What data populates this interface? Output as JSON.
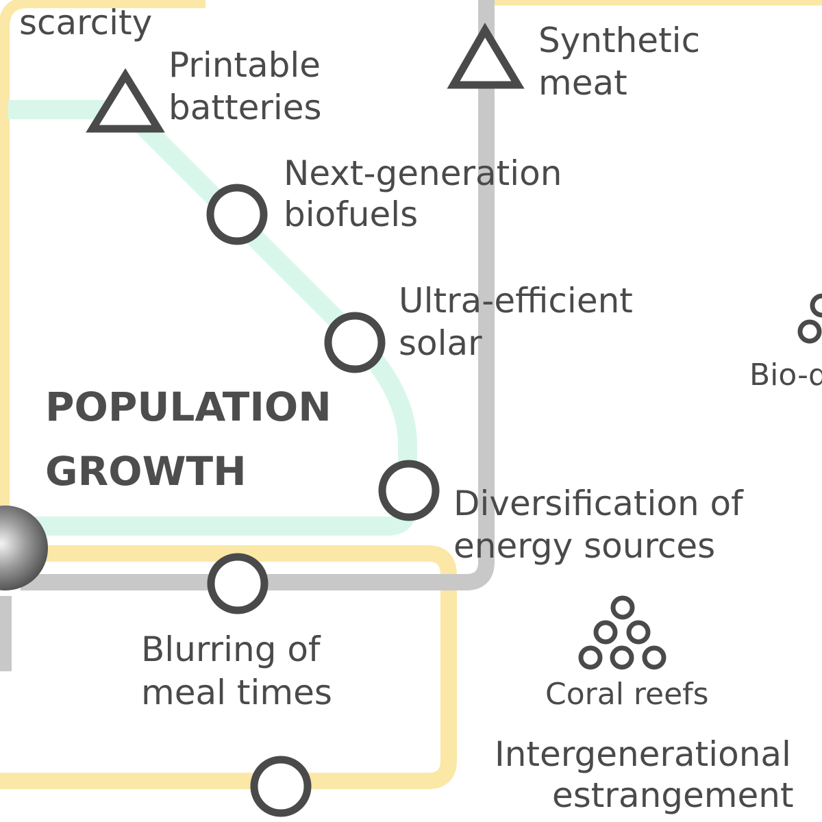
{
  "colors": {
    "line_yellow": "#fbe7a6",
    "line_mint": "#d8f7ea",
    "line_grey": "#c8c8c8",
    "ink": "#4a4a4a"
  },
  "labels": {
    "scarcity": "scarcity",
    "printable_batteries": [
      "Printable",
      "batteries"
    ],
    "synthetic_meat": [
      "Synthetic",
      "meat"
    ],
    "next_gen_biofuels": [
      "Next-generation",
      "biofuels"
    ],
    "ultra_efficient_solar": [
      "Ultra-efficient",
      "solar"
    ],
    "population_growth": [
      "POPULATION",
      "GROWTH"
    ],
    "diversification": [
      "Diversification of",
      "energy sources"
    ],
    "blurring_meal_times": [
      "Blurring of",
      "meal times"
    ],
    "coral_reefs": "Coral reefs",
    "bio_partial": "Bio-d",
    "intergenerational": [
      "Intergenerational",
      "estrangement"
    ]
  }
}
